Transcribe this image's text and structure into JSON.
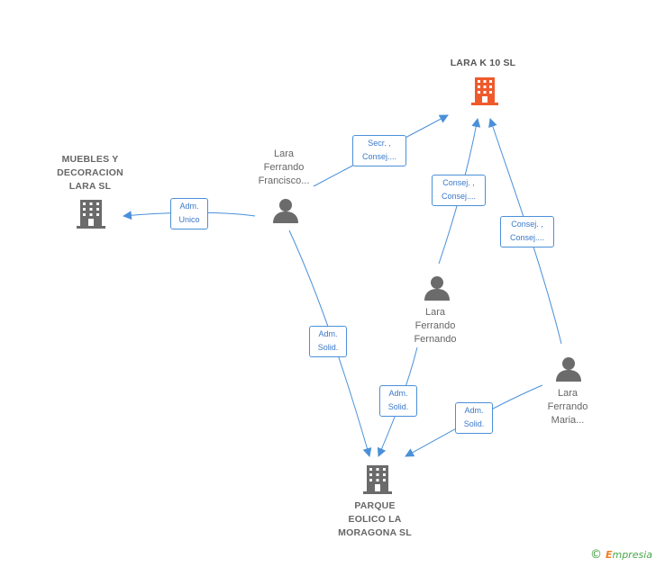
{
  "nodes": {
    "lara_k10": {
      "lines": [
        "LARA K 10 SL"
      ],
      "icon": "building-icon",
      "color": "#ef5a2c"
    },
    "muebles": {
      "lines": [
        "MUEBLES Y",
        "DECORACION",
        "LARA SL"
      ],
      "icon": "building-icon",
      "color": "#666666"
    },
    "parque": {
      "lines": [
        "PARQUE",
        "EOLICO LA",
        "MORAGONA SL"
      ],
      "icon": "building-icon",
      "color": "#666666"
    },
    "francisco": {
      "lines": [
        "Lara",
        "Ferrando",
        "Francisco..."
      ],
      "icon": "person-icon",
      "color": "#666666"
    },
    "fernando": {
      "lines": [
        "Lara",
        "Ferrando",
        "Fernando"
      ],
      "icon": "person-icon",
      "color": "#666666"
    },
    "maria": {
      "lines": [
        "Lara",
        "Ferrando",
        "Maria..."
      ],
      "icon": "person-icon",
      "color": "#666666"
    }
  },
  "edges": {
    "francisco_to_lara": [
      "Secr. ,",
      "Consej...."
    ],
    "francisco_to_muebles": [
      "Adm.",
      "Unico"
    ],
    "fernando_to_lara": [
      "Consej. ,",
      "Consej...."
    ],
    "maria_to_lara": [
      "Consej. ,",
      "Consej...."
    ],
    "francisco_to_parque": [
      "Adm.",
      "Solid."
    ],
    "fernando_to_parque": [
      "Adm.",
      "Solid."
    ],
    "maria_to_parque": [
      "Adm.",
      "Solid."
    ]
  },
  "edge_color": "#4a90d9",
  "copyright": {
    "symbol": "©",
    "brand_first": "E",
    "brand_rest": "mpresia"
  }
}
